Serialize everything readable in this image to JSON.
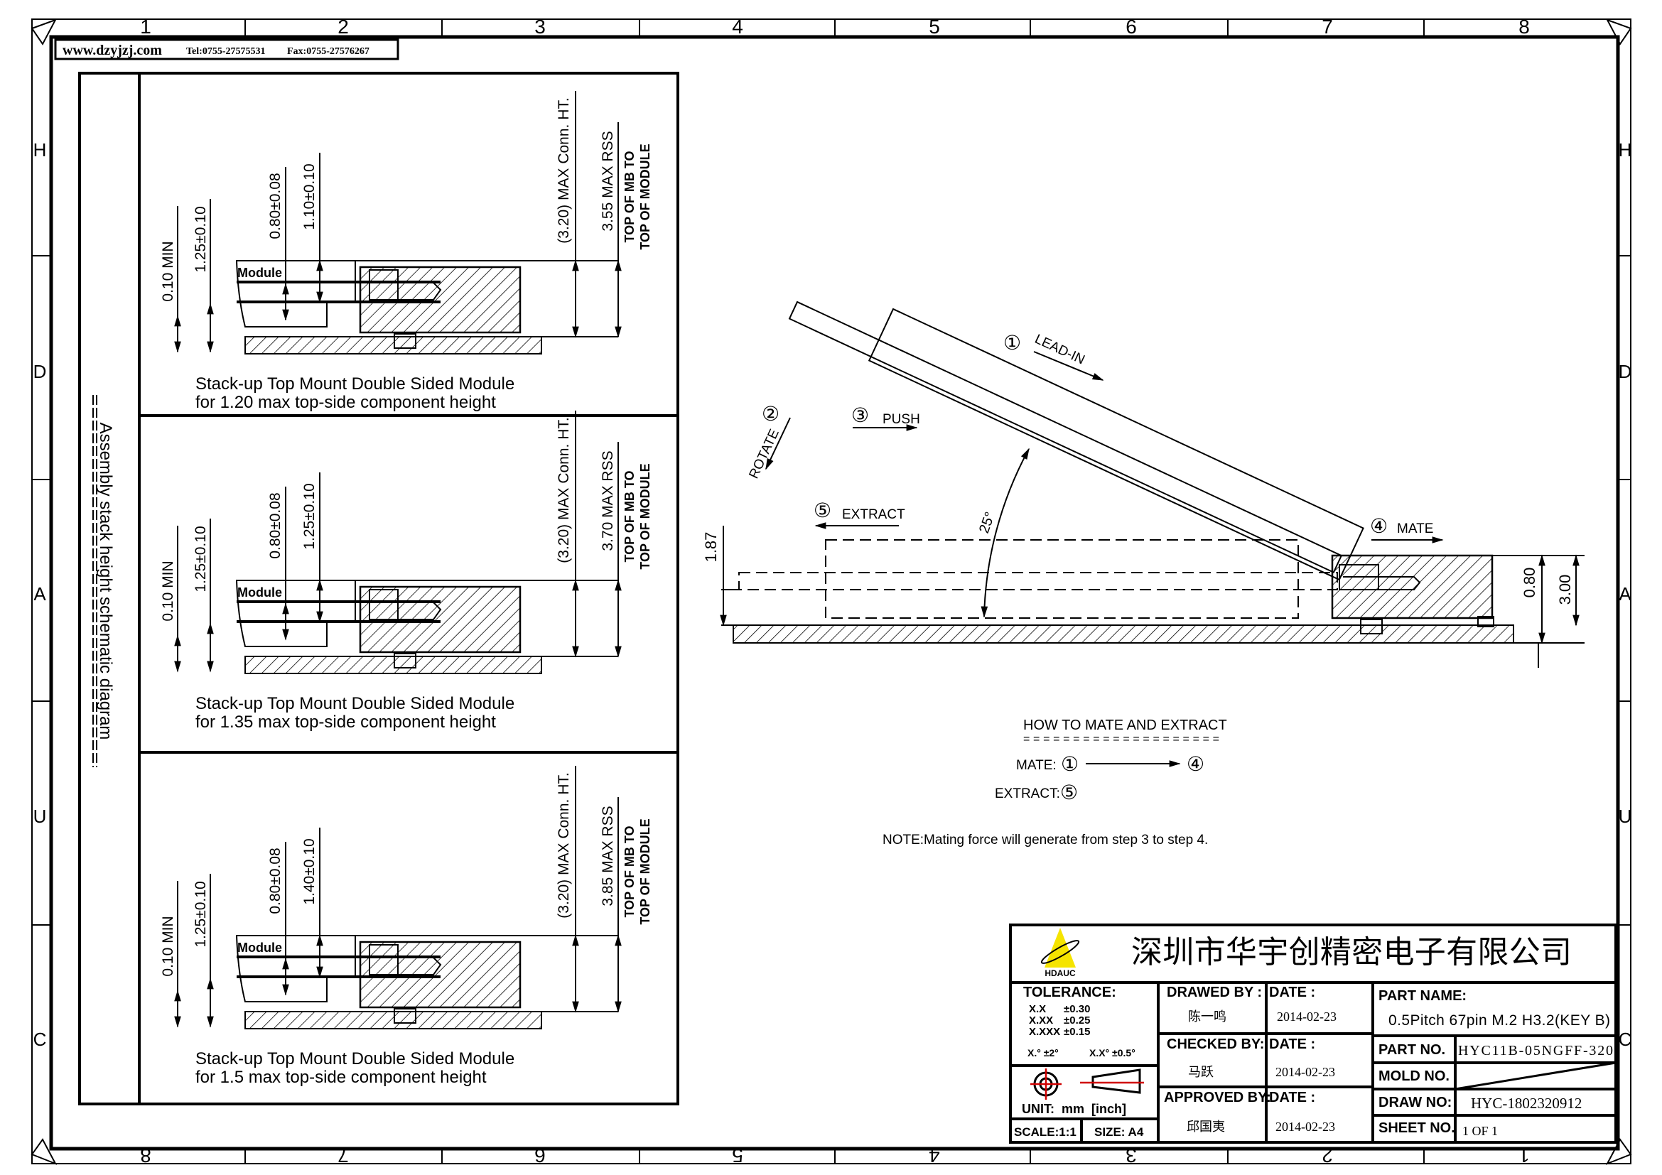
{
  "frame": {
    "zone_numbers_top": [
      "1",
      "2",
      "3",
      "4",
      "5",
      "6",
      "7",
      "8"
    ],
    "zone_numbers_bottom": [
      "8",
      "7",
      "6",
      "5",
      "4",
      "3",
      "2",
      "1"
    ],
    "zone_letters": [
      "H",
      "D",
      "A",
      "U",
      "C"
    ]
  },
  "header": {
    "website": "www.dzyjzj.com",
    "tel": "Tel:0755-27575531",
    "fax": "Fax:0755-27576267"
  },
  "left_panel": {
    "side_label": "Assembly stack height schematic diagram",
    "module_label": "Module",
    "panels": [
      {
        "d_min": "0.10 MIN",
        "d_pcb": "1.25±0.10",
        "d_a": "0.80±0.08",
        "d_b": "1.10±0.10",
        "d_conn": "(3.20) MAX Conn. HT.",
        "d_rss": "3.55 MAX RSS",
        "note1": "TOP OF MB TO",
        "note2": "TOP OF MODULE",
        "caption1": "Stack-up Top Mount Double Sided Module",
        "caption2": "for 1.20 max top-side component height"
      },
      {
        "d_min": "0.10 MIN",
        "d_pcb": "1.25±0.10",
        "d_a": "0.80±0.08",
        "d_b": "1.25±0.10",
        "d_conn": "(3.20) MAX Conn. HT.",
        "d_rss": "3.70 MAX RSS",
        "note1": "TOP OF MB TO",
        "note2": "TOP OF MODULE",
        "caption1": "Stack-up Top Mount Double Sided Module",
        "caption2": "for 1.35 max top-side component height"
      },
      {
        "d_min": "0.10 MIN",
        "d_pcb": "1.25±0.10",
        "d_a": "0.80±0.08",
        "d_b": "1.40±0.10",
        "d_conn": "(3.20) MAX Conn. HT.",
        "d_rss": "3.85 MAX RSS",
        "note1": "TOP OF MB TO",
        "note2": "TOP OF MODULE",
        "caption1": "Stack-up Top Mount Double Sided Module",
        "caption2": "for 1.5 max top-side component height"
      }
    ]
  },
  "mating": {
    "step1": "①",
    "step1_label": "LEAD-IN",
    "step2": "②",
    "step2_label": "ROTATE",
    "step3": "③",
    "step3_label": "PUSH",
    "step4": "④",
    "step4_label": "MATE",
    "step5": "⑤",
    "step5_label": "EXTRACT",
    "angle": "25°",
    "dim_left": "1.87",
    "dim_r1": "0.80",
    "dim_r2": "3.00",
    "howto_title": "HOW TO MATE AND EXTRACT",
    "howto_underline": "====================",
    "mate_label": "MATE:",
    "extract_label": "EXTRACT:",
    "note": "NOTE:Mating force will generate from step 3 to step 4."
  },
  "title_block": {
    "company": "深圳市华宇创精密电子有限公司",
    "logo_text": "HDAUC",
    "tolerance_label": "TOLERANCE:",
    "tolerances": [
      [
        "X.X",
        "±0.30"
      ],
      [
        "X.XX",
        "±0.25"
      ],
      [
        "X.XXX",
        "±0.15"
      ]
    ],
    "angle_tol1": "X.° ±2°",
    "angle_tol2": "X.X° ±0.5°",
    "unit": "UNIT:  mm  [inch]",
    "scale": "SCALE:1:1",
    "size": "SIZE: A4",
    "drawed_by_label": "DRAWED BY :",
    "drawed_by": "陈一鸣",
    "checked_by_label": "CHECKED BY:",
    "checked_by": "马跃",
    "approved_by_label": "APPROVED BY:",
    "approved_by": "邱国夷",
    "date_label": "DATE :",
    "date1": "2014-02-23",
    "date2": "2014-02-23",
    "date3": "2014-02-23",
    "part_name_label": "PART NAME:",
    "part_name": "0.5Pitch 67pin M.2 H3.2(KEY B)",
    "part_no_label": "PART NO.",
    "part_no": "HYC11B-05NGFF-320",
    "mold_no_label": "MOLD NO.",
    "draw_no_label": "DRAW NO:",
    "draw_no": "HYC-1802320912",
    "sheet_no_label": "SHEET NO.",
    "sheet_no": "1 OF 1",
    "accent_red": "#d00000",
    "logo_yellow": "#f5e400"
  }
}
